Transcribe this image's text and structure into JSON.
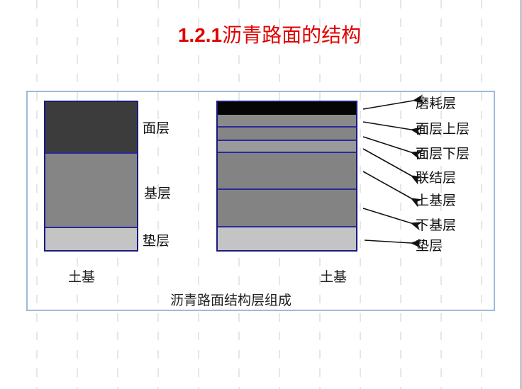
{
  "title": {
    "number": "1.2.1",
    "text": "沥青路面的结构",
    "color": "#e00000"
  },
  "diagram": {
    "caption": "沥青路面结构层组成",
    "left_column": {
      "base_label": "土基",
      "layers": [
        {
          "name": "面层",
          "color": "#3c3c3c"
        },
        {
          "name": "基层",
          "color": "#858585"
        },
        {
          "name": "垫层",
          "color": "#c4c4c4"
        }
      ]
    },
    "right_column": {
      "base_label": "土基",
      "layers": [
        {
          "name": "磨耗层",
          "color": "#050505"
        },
        {
          "name": "面层上层",
          "color": "#8a8a8a"
        },
        {
          "name": "面层下层",
          "color": "#858585"
        },
        {
          "name": "联结层",
          "color": "#9a9a9a"
        },
        {
          "name": "上基层",
          "color": "#838383"
        },
        {
          "name": "下基层",
          "color": "#838383"
        },
        {
          "name": "垫层",
          "color": "#c4c4c4"
        }
      ]
    },
    "border_color": "#1a1a80",
    "frame_color": "#9fb9db"
  }
}
